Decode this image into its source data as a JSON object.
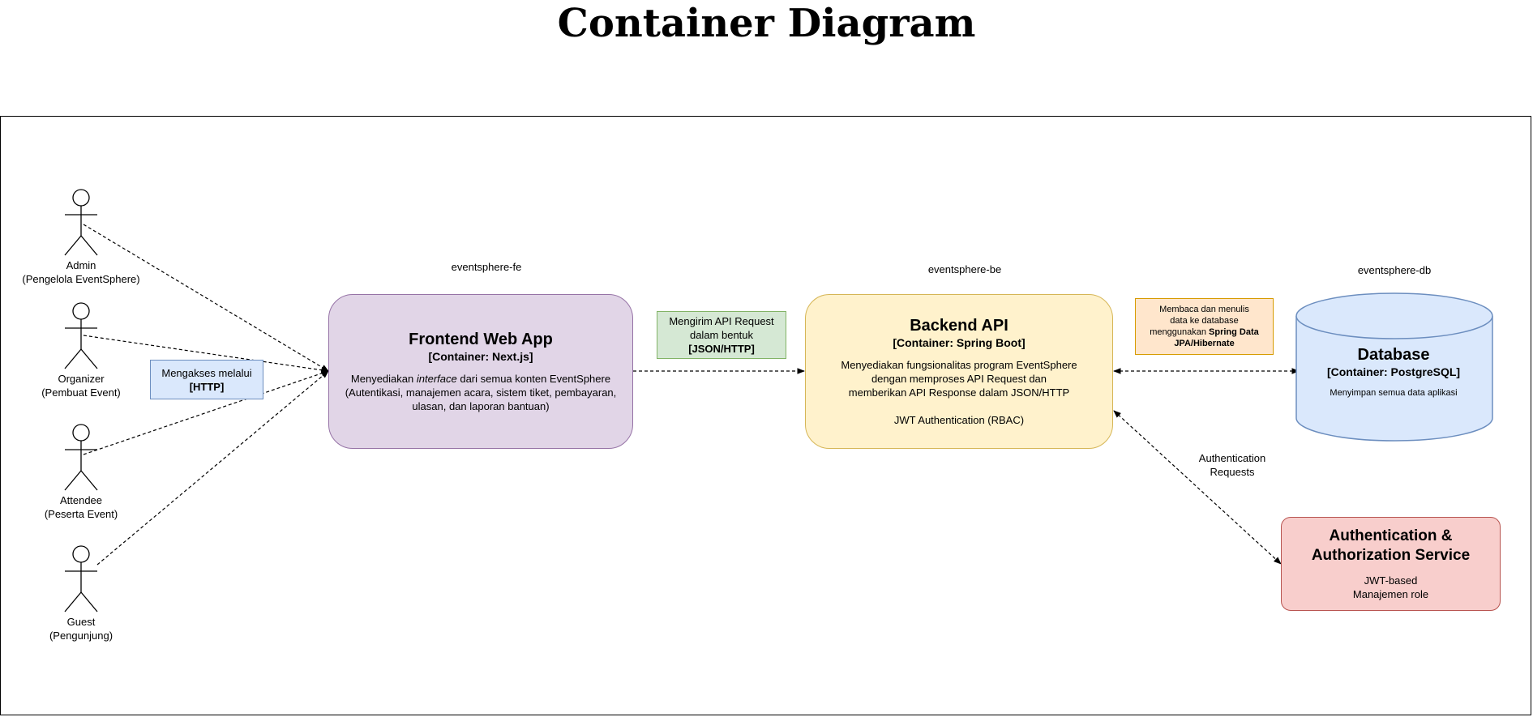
{
  "title": "Container Diagram",
  "actors": [
    {
      "name": "Admin",
      "role": "(Pengelola EventSphere)"
    },
    {
      "name": "Organizer",
      "role": "(Pembuat Event)"
    },
    {
      "name": "Attendee",
      "role": "(Peserta Event)"
    },
    {
      "name": "Guest",
      "role": "(Pengunjung)"
    }
  ],
  "access_note": {
    "line1": "Mengakses melalui",
    "line2": "[HTTP]"
  },
  "frontend": {
    "id_label": "eventsphere-fe",
    "title": "Frontend Web App",
    "container": "[Container: Next.js]",
    "desc_pre": "Menyediakan ",
    "desc_em": "interface",
    "desc_post": " dari semua konten EventSphere",
    "desc_line2": "(Autentikasi, manajemen acara, sistem tiket, pembayaran,",
    "desc_line3": "ulasan, dan laporan bantuan)"
  },
  "api_note": {
    "line1": "Mengirim API Request",
    "line2": "dalam bentuk",
    "line3": "[JSON/HTTP]"
  },
  "backend": {
    "id_label": "eventsphere-be",
    "title": "Backend API",
    "container": "[Container: Spring Boot]",
    "desc_line1": "Menyediakan fungsionalitas program EventSphere",
    "desc_line2": "dengan memproses API Request dan",
    "desc_line3": "memberikan API Response dalam JSON/HTTP",
    "auth_line": "JWT Authentication (RBAC)"
  },
  "db_note": {
    "line1": "Membaca dan menulis",
    "line2": "data ke database",
    "line3_pre": "menggunakan ",
    "line3_bold": "Spring Data",
    "line4": "JPA/Hibernate"
  },
  "database": {
    "id_label": "eventsphere-db",
    "title": "Database",
    "container": "[Container: PostgreSQL]",
    "desc": "Menyimpan semua data aplikasi"
  },
  "auth_requests": {
    "line1": "Authentication",
    "line2": "Requests"
  },
  "auth_service": {
    "title_line1": "Authentication &",
    "title_line2": "Authorization Service",
    "desc_line1": "JWT-based",
    "desc_line2": "Manajemen role"
  },
  "colors": {
    "frontend_fill": "#e1d5e7",
    "backend_fill": "#fff2cc",
    "database_fill": "#dae8fc",
    "auth_fill": "#f8cecc",
    "access_note_fill": "#dae8fc",
    "api_note_fill": "#d5e8d4",
    "db_note_fill": "#ffe6cc"
  }
}
